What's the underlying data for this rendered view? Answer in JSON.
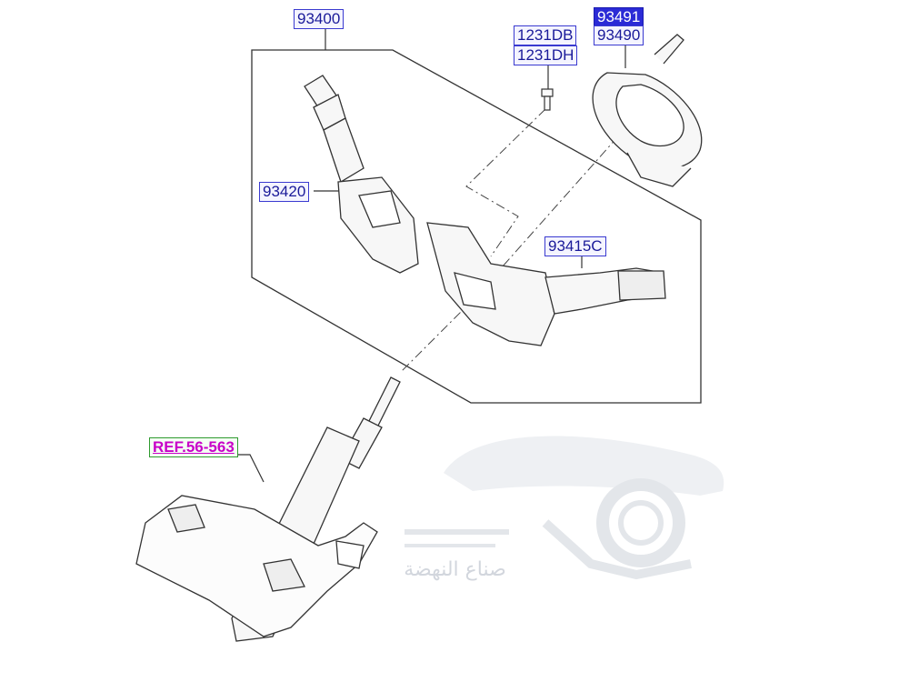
{
  "parts": {
    "assembly": "93400",
    "wiper_switch": "93420",
    "bolt_a": "1231DB",
    "bolt_b": "1231DH",
    "clock_spring_alt": "93491",
    "clock_spring": "93490",
    "light_switch": "93415C"
  },
  "reference": "REF.56-563",
  "watermark": {
    "text": "صناع النهضة"
  },
  "colors": {
    "label_text": "#1a1a99",
    "label_border": "#3a3ad0",
    "selected_fill": "#2b2bd6",
    "ref_text": "#c800c8",
    "ref_border": "#2f9a2f",
    "line": "#333333",
    "watermark": "#d2d6dd"
  }
}
